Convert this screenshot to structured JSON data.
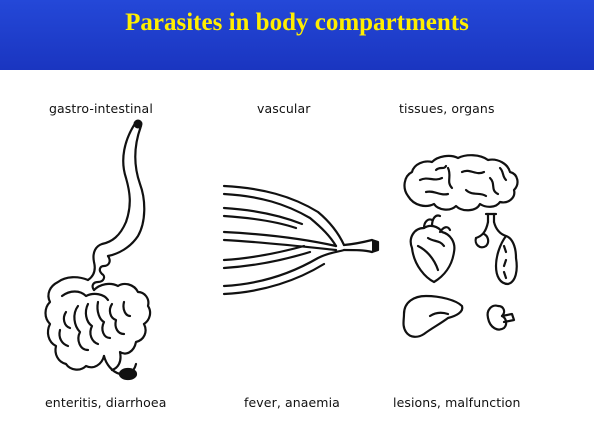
{
  "title": "Parasites in body compartments",
  "columns": [
    {
      "heading": "gastro-intestinal",
      "consequence": "enteritis, diarrhoea"
    },
    {
      "heading": "vascular",
      "consequence": "fever, anaemia"
    },
    {
      "heading": "tissues, organs",
      "consequence": "lesions, malfunction"
    }
  ],
  "colors": {
    "title_bar": "#1a35c0",
    "title_text": "#ffee00",
    "line_art": "#111111"
  },
  "illustrations": [
    "stomach-intestines",
    "blood-vessel-branches",
    "brain",
    "heart",
    "lungs",
    "liver",
    "kidney"
  ]
}
